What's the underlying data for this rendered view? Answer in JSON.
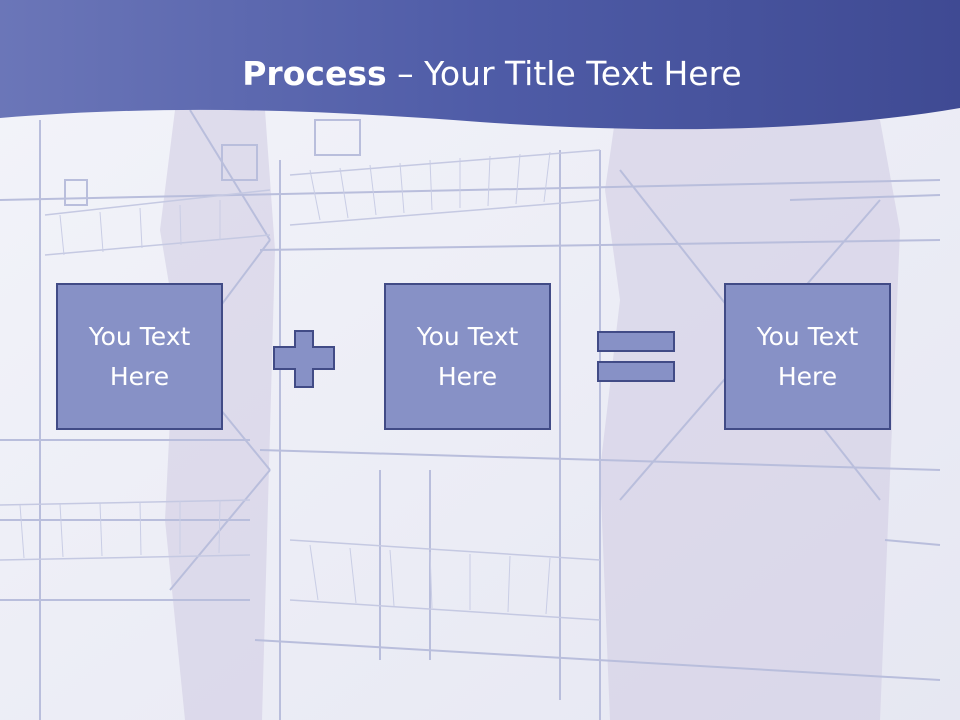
{
  "slide": {
    "title_bold": "Process",
    "title_rest": " – Your Title Text Here",
    "boxes": [
      {
        "label": "You Text Here"
      },
      {
        "label": "You Text Here"
      },
      {
        "label": "You Text Here"
      }
    ],
    "operators": [
      "plus-icon",
      "equals-icon"
    ]
  },
  "colors": {
    "header_band": "#4a57a2",
    "box_fill": "#8791c6",
    "box_border": "#414b86",
    "background": "#eef0f7"
  }
}
